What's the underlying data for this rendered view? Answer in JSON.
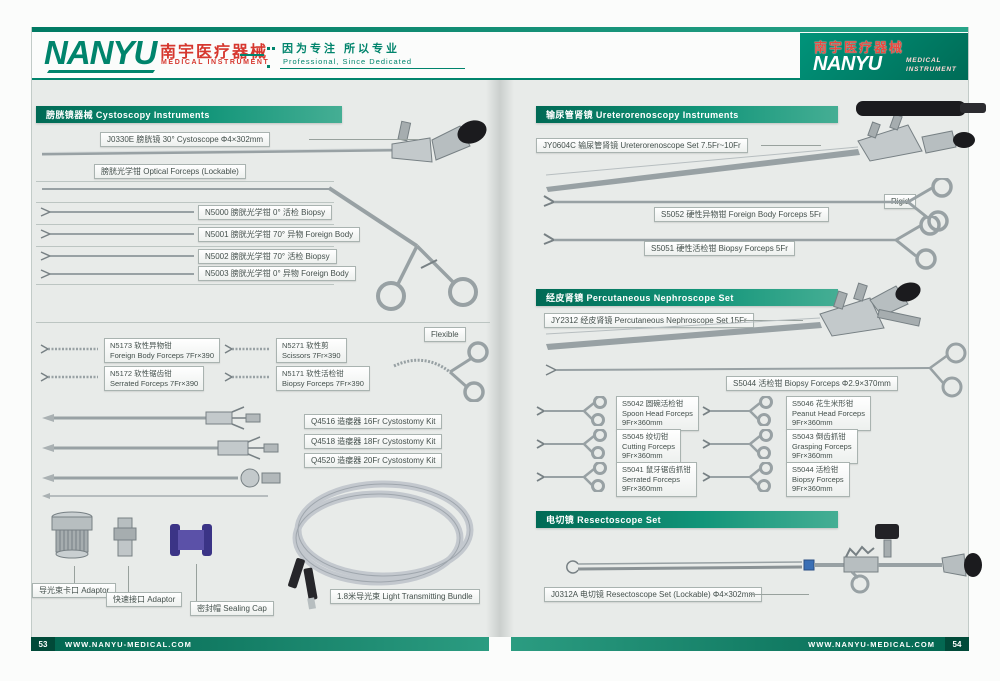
{
  "brand": {
    "name_en": "NANYU",
    "name_cn": "南宇医疗器械",
    "subtitle": "MEDICAL  INSTRUMENT",
    "slogan_cn": "因为专注 所以专业",
    "slogan_en": "Professional, Since Dedicated",
    "medical_word": "MEDICAL",
    "instrument_word": "INSTRUMENT",
    "teal": "#00846C",
    "red": "#D6372E",
    "cap_purple": "#4A418F",
    "metal_gray": "#98A1A4"
  },
  "footer": {
    "left_page": "53",
    "right_page": "54",
    "url": "WWW.NANYU-MEDICAL.COM"
  },
  "left_page": {
    "section1_title": "膀胱镜器械  Cystoscopy Instruments",
    "cystoscope_label": "J0330E 膀胱镜 30°  Cystoscope  Φ4×302mm",
    "optical_forceps_label": "膀胱光学钳 Optical Forceps (Lockable)",
    "rows": [
      "N5000 膀胱光学钳  0°  活检 Biopsy",
      "N5001 膀胱光学钳 70°  异物 Foreign Body",
      "N5002 膀胱光学钳 70°  活检 Biopsy",
      "N5003 膀胱光学钳  0°  异物 Foreign Body"
    ],
    "flexible_tag": "Flexible",
    "flex_items": [
      {
        "line1": "N5173 软性异物钳",
        "line2": "Foreign Body Forceps 7Fr×390"
      },
      {
        "line1": "N5271 软性剪",
        "line2": "Scissors 7Fr×390"
      },
      {
        "line1": "N5172 软性锯齿钳",
        "line2": "Serrated Forceps 7Fr×390"
      },
      {
        "line1": "N5171 软性活检钳",
        "line2": "Biopsy Forceps 7Fr×390"
      }
    ],
    "cystostomy": [
      "Q4516 造瘘器 16Fr Cystostomy Kit",
      "Q4518 造瘘器 18Fr Cystostomy Kit",
      "Q4520 造瘘器 20Fr Cystostomy Kit"
    ],
    "adaptor1": "导光束卡口 Adaptor",
    "adaptor2": "快速接口 Adaptor",
    "sealing_cap": "密封帽 Sealing Cap",
    "light_bundle": "1.8米导光束  Light Transmitting Bundle"
  },
  "right_page": {
    "section1_title": "输尿管肾镜  Ureterorenoscopy Instruments",
    "ureteroscope_label": "JY0604C 输尿管肾镜 Ureterorenoscope Set 7.5Fr~10Fr",
    "rigid_tag": "Rigid",
    "s5052": "S5052 硬性异物钳 Foreign Body Forceps 5Fr",
    "s5051": "S5051 硬性活检钳 Biopsy Forceps 5Fr",
    "section2_title": "经皮肾镜  Percutaneous Nephroscope Set",
    "nephroscope_label": "JY2312 经皮肾镜 Percutaneous Nephroscope Set 15Fr",
    "s5044_long": "S5044 活检钳 Biopsy Forceps  Φ2.9×370mm",
    "grid": [
      {
        "line1": "S5042 圆碗活检钳",
        "line2": "Spoon Head Forceps",
        "line3": "9Fr×360mm"
      },
      {
        "line1": "S5045 绞切钳",
        "line2": "Cutting Forceps",
        "line3": "9Fr×360mm"
      },
      {
        "line1": "S5041 鼠牙锯齿抓钳",
        "line2": "Serrated Forceps",
        "line3": "9Fr×360mm"
      },
      {
        "line1": "S5046 花生米形钳",
        "line2": "Peanut Head Forceps",
        "line3": "9Fr×360mm"
      },
      {
        "line1": "S5043 倒齿抓钳",
        "line2": "Grasping Forceps",
        "line3": "9Fr×360mm"
      },
      {
        "line1": "S5044 活检钳",
        "line2": "Biopsy Forceps",
        "line3": "9Fr×360mm"
      }
    ],
    "section3_title": "电切镜  Resectoscope Set",
    "resectoscope_label": "J0312A 电切镜 Resectoscope Set (Lockable)  Φ4×302mm"
  }
}
